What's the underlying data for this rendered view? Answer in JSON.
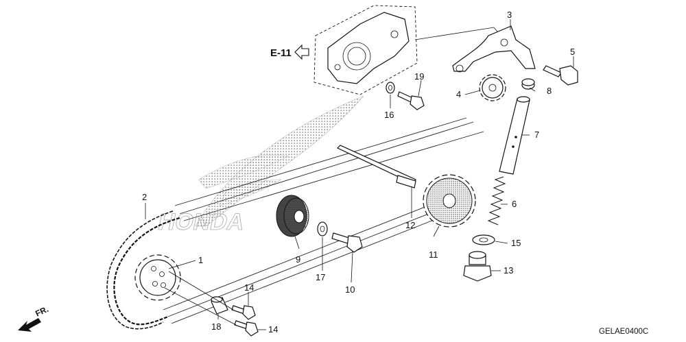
{
  "reference": {
    "label": "E-11"
  },
  "diagram_code": "GELAE0400C",
  "direction": {
    "label": "FR."
  },
  "callouts": [
    {
      "id": "c1",
      "text": "1"
    },
    {
      "id": "c2",
      "text": "2"
    },
    {
      "id": "c3",
      "text": "3"
    },
    {
      "id": "c4",
      "text": "4"
    },
    {
      "id": "c5",
      "text": "5"
    },
    {
      "id": "c6",
      "text": "6"
    },
    {
      "id": "c7",
      "text": "7"
    },
    {
      "id": "c8",
      "text": "8"
    },
    {
      "id": "c9",
      "text": "9"
    },
    {
      "id": "c10",
      "text": "10"
    },
    {
      "id": "c11",
      "text": "11"
    },
    {
      "id": "c12",
      "text": "12"
    },
    {
      "id": "c13",
      "text": "13"
    },
    {
      "id": "c14a",
      "text": "14"
    },
    {
      "id": "c14b",
      "text": "14"
    },
    {
      "id": "c15",
      "text": "15"
    },
    {
      "id": "c16",
      "text": "16"
    },
    {
      "id": "c17",
      "text": "17"
    },
    {
      "id": "c18",
      "text": "18"
    },
    {
      "id": "c19",
      "text": "19"
    }
  ],
  "colors": {
    "ink": "#111111",
    "screen": "#9a9a9a",
    "background": "#ffffff"
  }
}
